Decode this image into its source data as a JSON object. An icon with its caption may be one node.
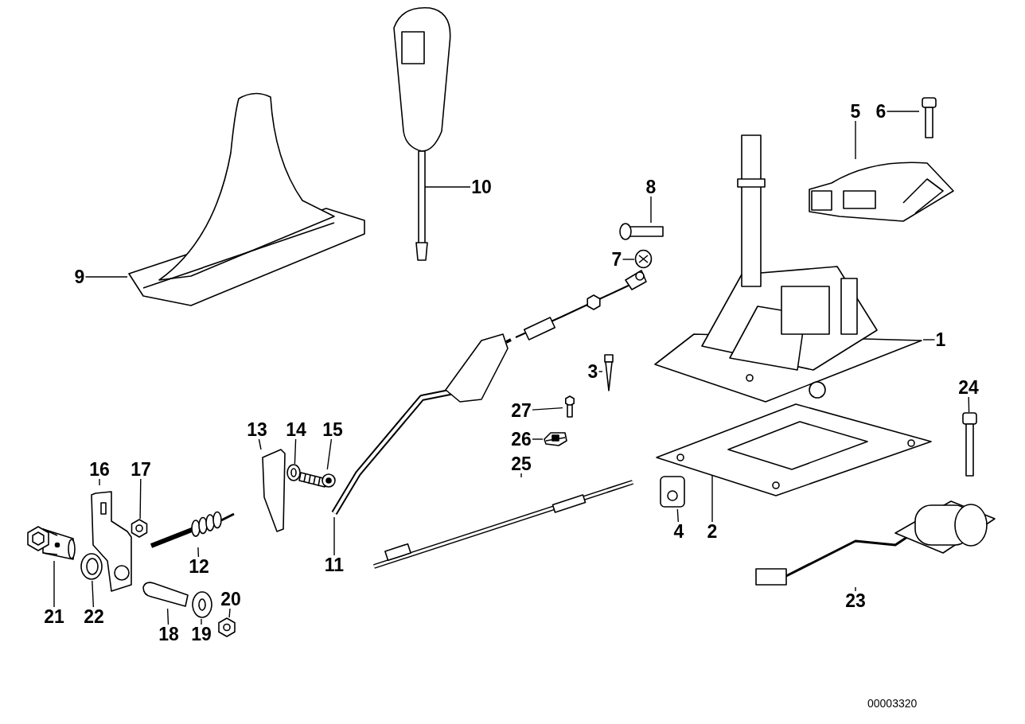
{
  "diagram": {
    "nodes": [
      {
        "text": [
          "1"
        ]
      },
      {
        "text": [
          "2"
        ]
      },
      {
        "text": [
          "3"
        ]
      },
      {
        "text": [
          "4"
        ]
      },
      {
        "text": [
          "5"
        ]
      },
      {
        "text": [
          "6"
        ]
      },
      {
        "text": [
          "7"
        ]
      },
      {
        "text": [
          "8"
        ]
      },
      {
        "text": [
          "9"
        ]
      },
      {
        "text": [
          "10"
        ]
      },
      {
        "text": [
          "11"
        ]
      },
      {
        "text": [
          "12"
        ]
      },
      {
        "text": [
          "13"
        ]
      },
      {
        "text": [
          "14"
        ]
      },
      {
        "text": [
          "15"
        ]
      },
      {
        "text": [
          "16"
        ]
      },
      {
        "text": [
          "17"
        ]
      },
      {
        "text": [
          "18"
        ]
      },
      {
        "text": [
          "19"
        ]
      },
      {
        "text": [
          "20"
        ]
      },
      {
        "text": [
          "21"
        ]
      },
      {
        "text": [
          "22"
        ]
      },
      {
        "text": [
          "23"
        ]
      },
      {
        "text": [
          "24"
        ]
      },
      {
        "text": [
          "25"
        ]
      },
      {
        "text": [
          "26"
        ]
      },
      {
        "text": [
          "27"
        ]
      },
      {
        "text": [],
        "shape": "picture"
      },
      {
        "text": [],
        "shape": "picture"
      },
      {
        "text": [],
        "shape": "picture"
      },
      {
        "text": [],
        "shape": "picture"
      },
      {
        "text": [],
        "shape": "picture"
      },
      {
        "text": [],
        "shape": "picture"
      },
      {
        "text": [],
        "shape": "picture"
      },
      {
        "text": [],
        "shape": "picture"
      },
      {
        "text": [],
        "shape": "picture"
      },
      {
        "text": [],
        "shape": "picture"
      },
      {
        "text": [],
        "shape": "picture"
      },
      {
        "text": [],
        "shape": "picture"
      },
      {
        "text": [],
        "shape": "picture"
      },
      {
        "text": [],
        "shape": "picture"
      },
      {
        "text": [],
        "shape": "picture"
      },
      {
        "text": [],
        "shape": "picture"
      },
      {
        "text": [],
        "shape": "picture"
      },
      {
        "text": [],
        "shape": "picture"
      },
      {
        "text": [],
        "shape": "picture"
      },
      {
        "text": [],
        "shape": "picture"
      },
      {
        "text": [],
        "shape": "picture"
      },
      {
        "text": [],
        "shape": "picture"
      },
      {
        "text": [],
        "shape": "picture"
      },
      {
        "text": [],
        "shape": "picture"
      },
      {
        "text": [],
        "shape": "picture"
      },
      {
        "text": [],
        "shape": "picture"
      },
      {
        "text": [],
        "shape": "picture"
      }
    ],
    "edges": [
      {
        "from": 0,
        "to": 27,
        "arrow": "none"
      },
      {
        "from": 1,
        "to": 28,
        "arrow": "none"
      },
      {
        "from": 2,
        "to": 29,
        "arrow": "none"
      },
      {
        "from": 3,
        "to": 30,
        "arrow": "none"
      },
      {
        "from": 4,
        "to": 31,
        "arrow": "none"
      },
      {
        "from": 5,
        "to": 32,
        "arrow": "none"
      },
      {
        "from": 6,
        "to": 33,
        "arrow": "none"
      },
      {
        "from": 7,
        "to": 34,
        "arrow": "none"
      },
      {
        "from": 8,
        "to": 35,
        "arrow": "none"
      },
      {
        "from": 9,
        "to": 36,
        "arrow": "none"
      },
      {
        "from": 10,
        "to": 37,
        "arrow": "none"
      },
      {
        "from": 11,
        "to": 38,
        "arrow": "none"
      },
      {
        "from": 12,
        "to": 39,
        "arrow": "none"
      },
      {
        "from": 13,
        "to": 40,
        "arrow": "none"
      },
      {
        "from": 14,
        "to": 41,
        "arrow": "none"
      },
      {
        "from": 15,
        "to": 42,
        "arrow": "none"
      },
      {
        "from": 16,
        "to": 43,
        "arrow": "none"
      },
      {
        "from": 17,
        "to": 44,
        "arrow": "none"
      },
      {
        "from": 18,
        "to": 45,
        "arrow": "none"
      },
      {
        "from": 19,
        "to": 46,
        "arrow": "none"
      },
      {
        "from": 20,
        "to": 47,
        "arrow": "none"
      },
      {
        "from": 21,
        "to": 48,
        "arrow": "none"
      },
      {
        "from": 22,
        "to": 49,
        "arrow": "none"
      },
      {
        "from": 23,
        "to": 50,
        "arrow": "none"
      },
      {
        "from": 24,
        "to": 51,
        "arrow": "none"
      },
      {
        "from": 25,
        "to": 52,
        "arrow": "none"
      },
      {
        "from": 26,
        "to": 53,
        "arrow": "none"
      }
    ],
    "labels": [
      "00003320"
    ]
  }
}
